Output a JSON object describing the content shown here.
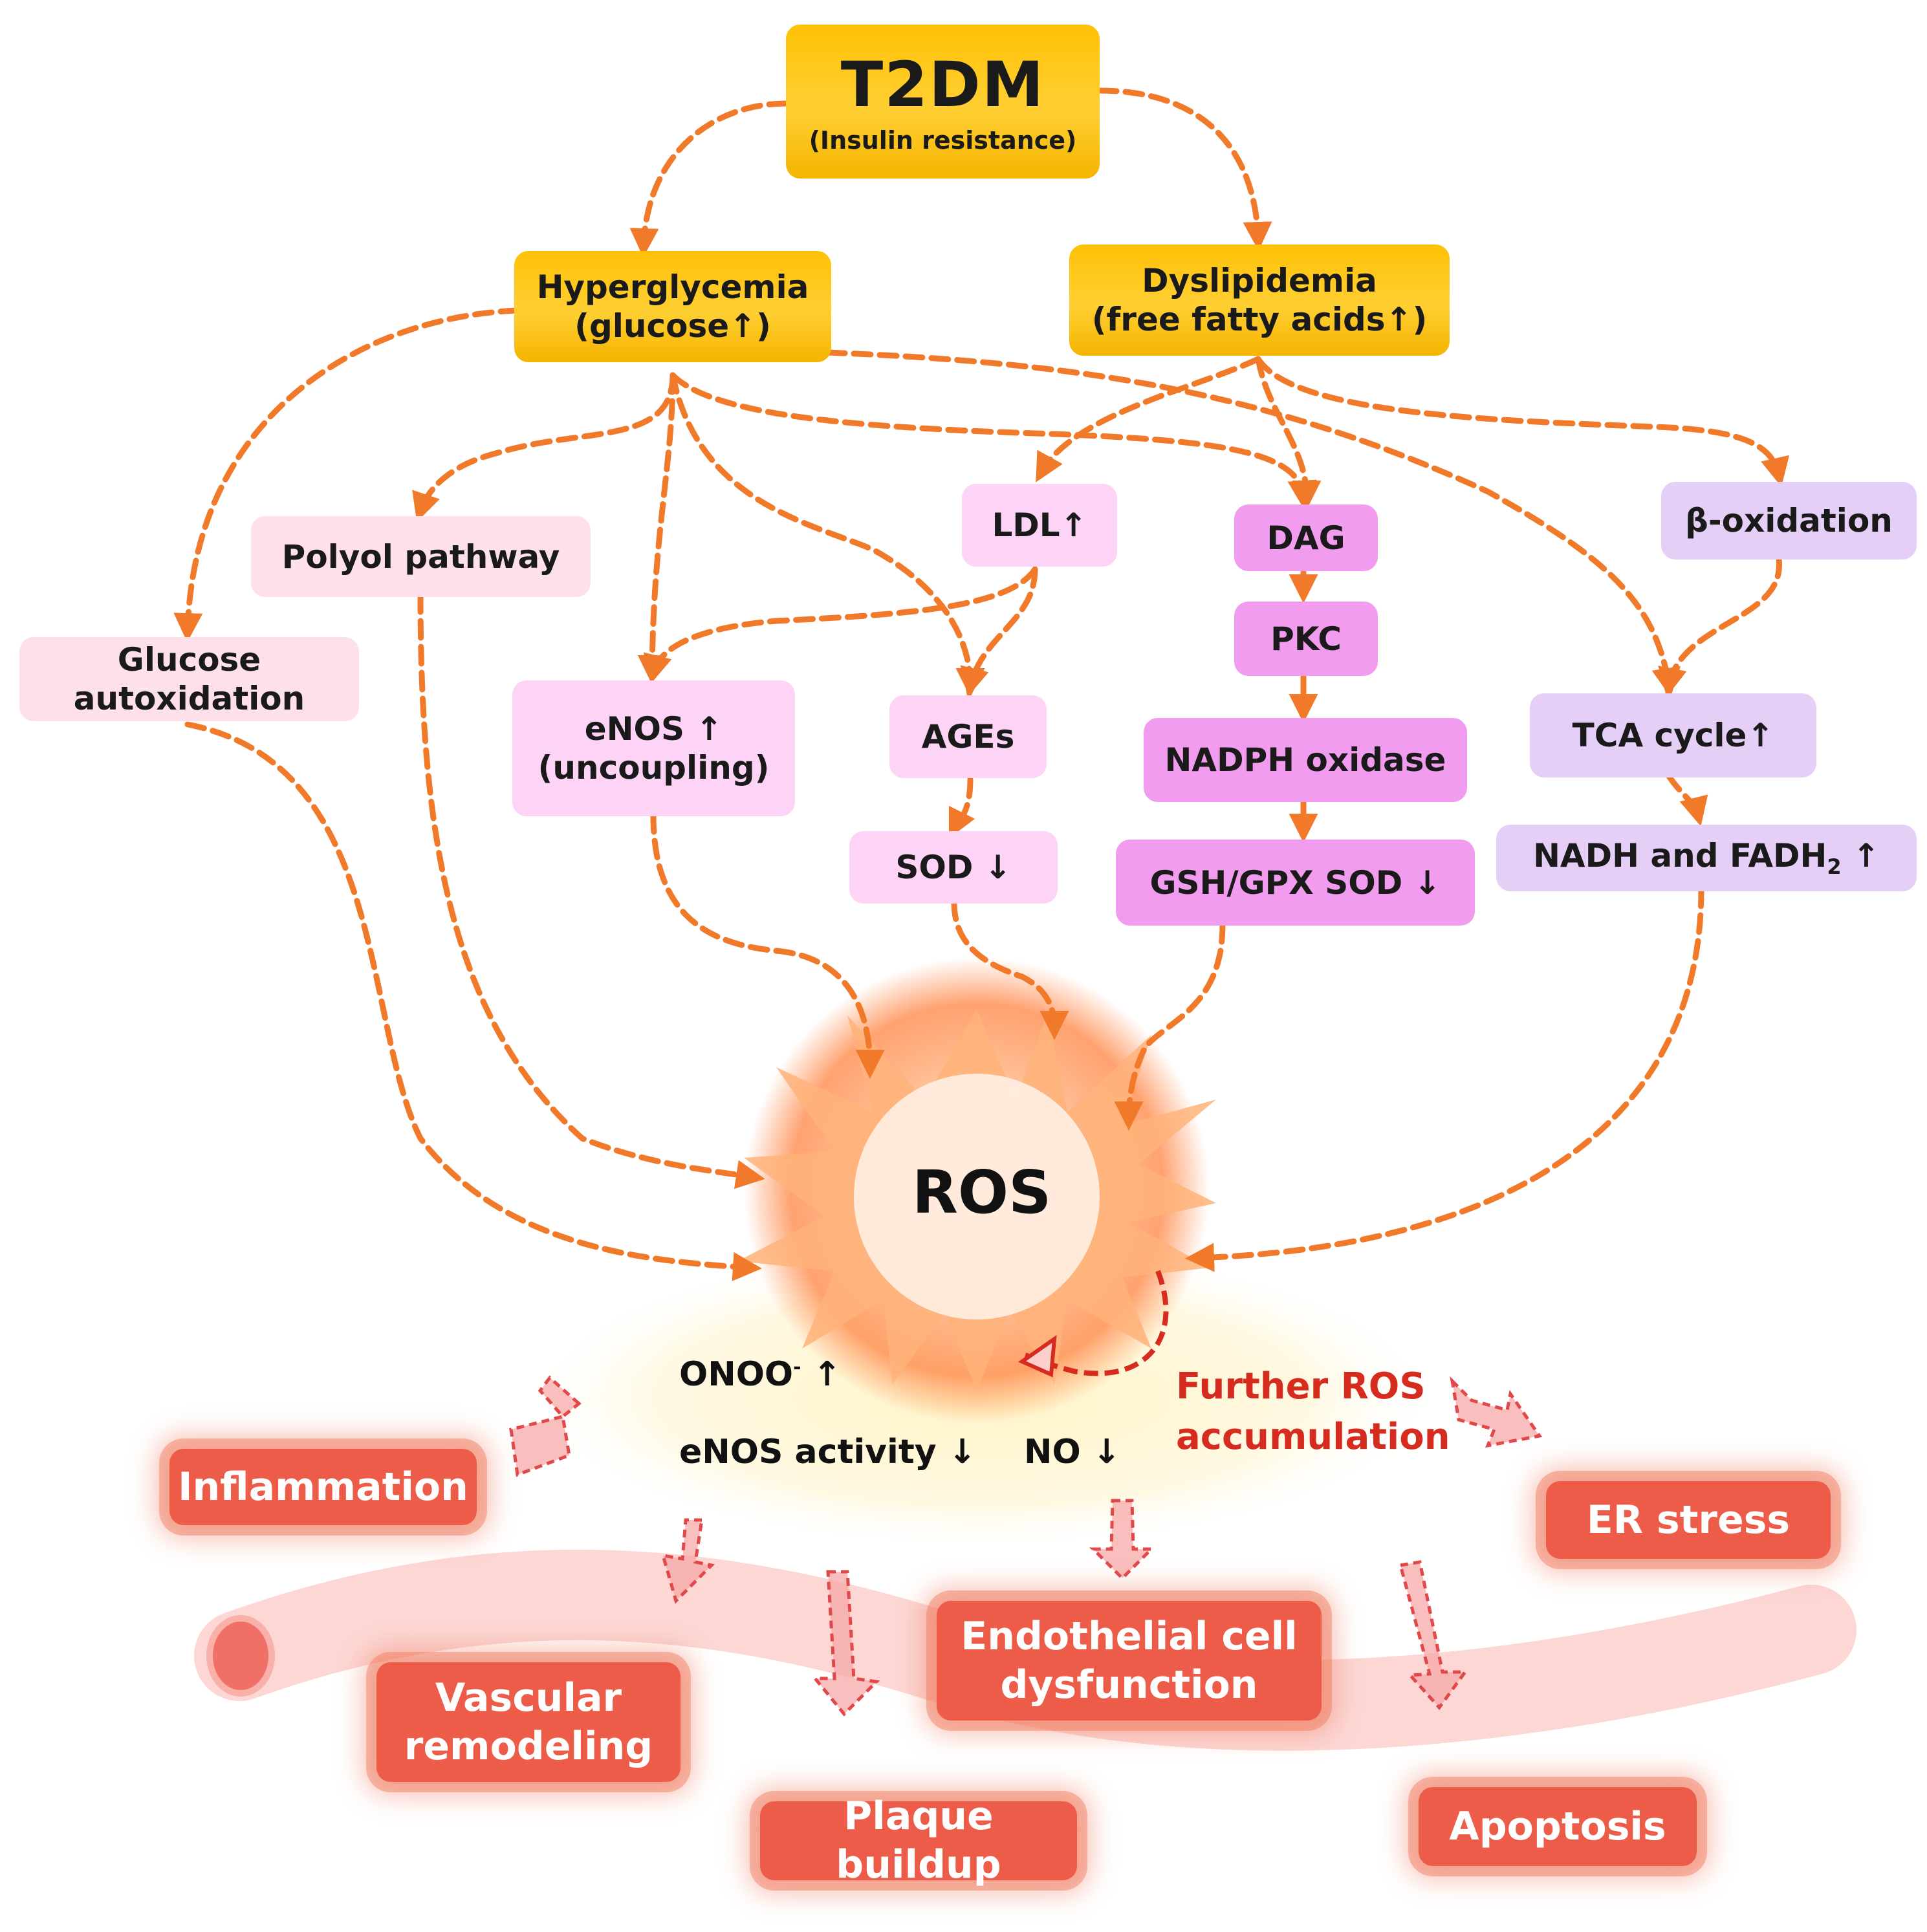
{
  "nodes": {
    "t2dm": {
      "title": "T2DM",
      "subtitle": "(Insulin resistance)"
    },
    "hyperglycemia": {
      "line1": "Hyperglycemia",
      "line2": "(glucose↑)"
    },
    "dyslipidemia": {
      "line1": "Dyslipidemia",
      "line2": "(free fatty acids↑)"
    },
    "polyol": {
      "label": "Polyol pathway"
    },
    "glucose_autox": {
      "line1": "Glucose",
      "line2": "autoxidation"
    },
    "enos": {
      "line1": "eNOS ↑",
      "line2": "(uncoupling)"
    },
    "ldl": {
      "label": "LDL↑"
    },
    "ages": {
      "label": "AGEs"
    },
    "sod": {
      "label": "SOD ↓"
    },
    "dag": {
      "label": "DAG"
    },
    "pkc": {
      "label": "PKC"
    },
    "nadph": {
      "label": "NADPH oxidase"
    },
    "gsh": {
      "label": "GSH/GPX SOD ↓"
    },
    "beta_ox": {
      "label": "β-oxidation"
    },
    "tca": {
      "label": "TCA cycle↑"
    },
    "nadh": {
      "label": "NADH and FADH",
      "sub": "2",
      "arrow": " ↑"
    }
  },
  "ros": {
    "label": "ROS"
  },
  "effects": {
    "onoo": {
      "base": "ONOO",
      "sup": "-",
      "arrow": " ↑"
    },
    "enos_activity": "eNOS activity ↓",
    "no": "NO ↓",
    "further_line1": "Further ROS",
    "further_line2": "accumulation"
  },
  "outcomes": {
    "inflammation": "Inflammation",
    "er_stress": "ER stress",
    "vascular_line1": "Vascular",
    "vascular_line2": "remodeling",
    "endothelial_line1": "Endothelial cell",
    "endothelial_line2": "dysfunction",
    "plaque": "Plaque buildup",
    "apoptosis": "Apoptosis"
  },
  "colors": {
    "arrow": "#f07a2a",
    "primary_node": "#ffc107",
    "outcome": "#ec5c48",
    "accent_red": "#d62b1f",
    "vessel": "#fbd0cc"
  }
}
